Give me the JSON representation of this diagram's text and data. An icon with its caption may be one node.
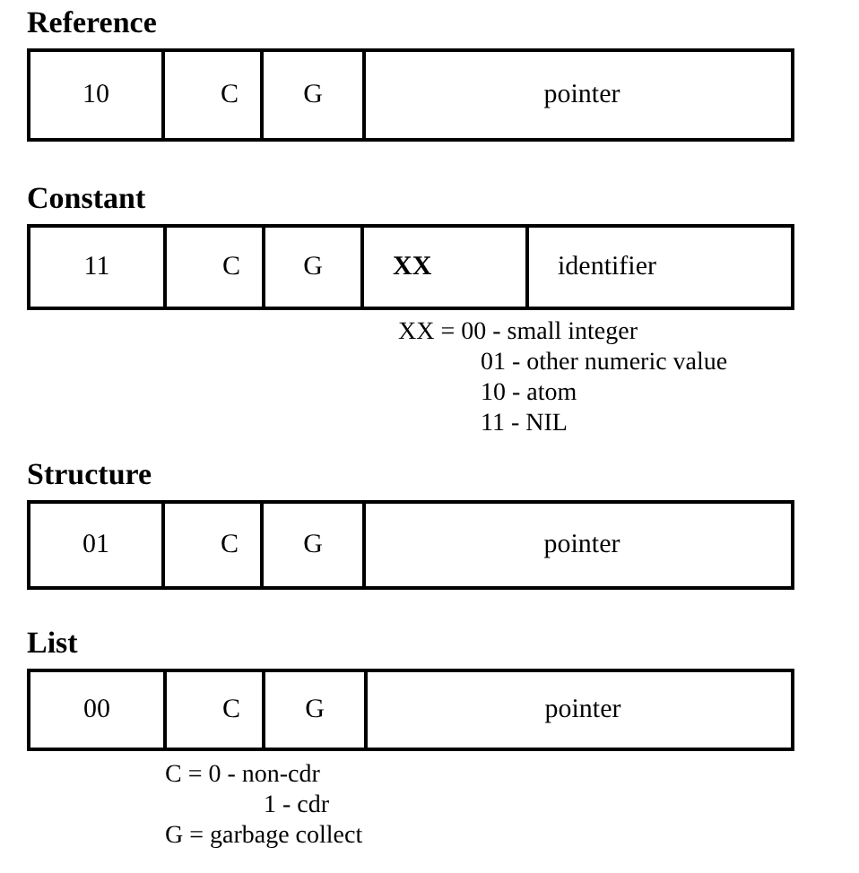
{
  "diagram": {
    "nodes": [
      {
        "text": [
          "Reference"
        ]
      },
      {
        "text": [
          "10"
        ],
        "in": 0
      },
      {
        "text": [
          "C"
        ],
        "in": 0
      },
      {
        "text": [
          "G"
        ],
        "in": 0
      },
      {
        "text": [
          "pointer"
        ],
        "in": 0
      },
      {
        "text": [
          "Constant"
        ]
      },
      {
        "text": [
          "11"
        ],
        "in": 5
      },
      {
        "text": [
          "C"
        ],
        "in": 5
      },
      {
        "text": [
          "G"
        ],
        "in": 5
      },
      {
        "text": [
          "XX"
        ],
        "in": 5
      },
      {
        "text": [
          "identifier"
        ],
        "in": 5
      },
      {
        "text": [
          "Structure"
        ]
      },
      {
        "text": [
          "01"
        ],
        "in": 11
      },
      {
        "text": [
          "C"
        ],
        "in": 11
      },
      {
        "text": [
          "G"
        ],
        "in": 11
      },
      {
        "text": [
          "pointer"
        ],
        "in": 11
      },
      {
        "text": [
          "List"
        ]
      },
      {
        "text": [
          "00"
        ],
        "in": 16
      },
      {
        "text": [
          "C"
        ],
        "in": 16
      },
      {
        "text": [
          "G"
        ],
        "in": 16
      },
      {
        "text": [
          "pointer"
        ],
        "in": 16
      }
    ],
    "labels": [
      "XX = 00 - small integer",
      "01 - other numeric value",
      "10 - atom",
      "11 - NIL",
      "C = 0 - non-cdr",
      "1 - cdr",
      "G = garbage collect"
    ]
  }
}
